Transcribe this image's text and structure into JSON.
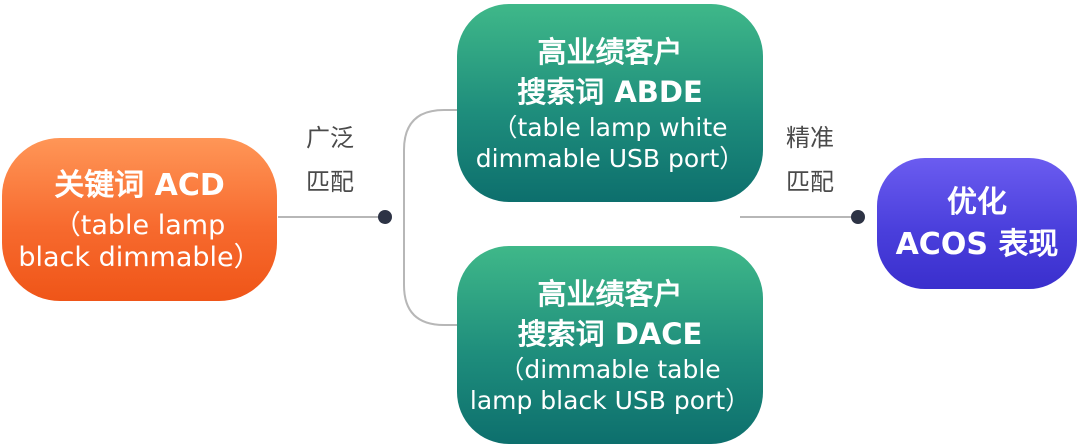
{
  "keyword_node": {
    "title": "关键词 ACD",
    "sub_line1": "（table lamp",
    "sub_line2": "black dimmable）"
  },
  "edge_broad": {
    "line1": "广泛",
    "line2": "匹配"
  },
  "target_top": {
    "title_line1": "高业绩客户",
    "title_line2": "搜索词 ABDE",
    "sub_line1": "（table lamp white",
    "sub_line2": "dimmable USB port）"
  },
  "target_bottom": {
    "title_line1": "高业绩客户",
    "title_line2": "搜索词 DACE",
    "sub_line1": "（dimmable table",
    "sub_line2": "lamp black USB port）"
  },
  "edge_exact": {
    "line1": "精准",
    "line2": "匹配"
  },
  "optimize_node": {
    "title_line1": "优化",
    "title_line2": "ACOS 表现"
  },
  "colors": {
    "keyword": "#f76a2e",
    "target": "#1e8d7c",
    "optimize": "#4a3fdc",
    "connector": "#b7b7b7",
    "dot": "#2d3345"
  }
}
